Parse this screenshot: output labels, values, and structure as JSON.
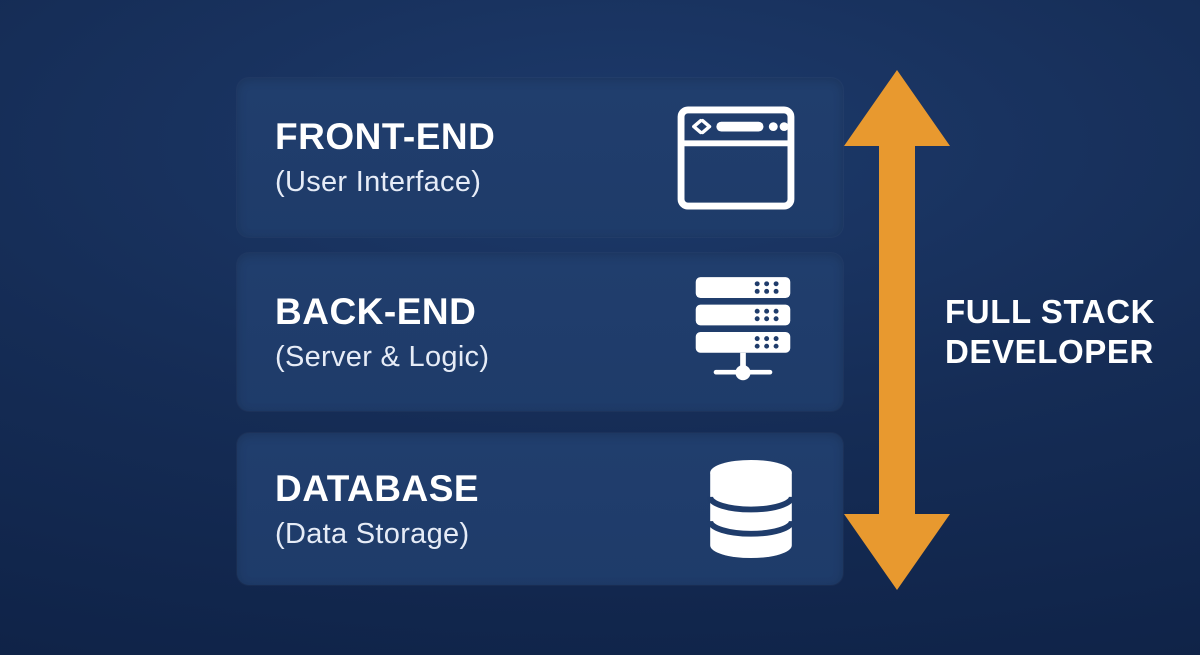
{
  "diagram": {
    "title_semantic": "Full stack developer layers diagram",
    "cards": [
      {
        "title": "FRONT-END",
        "subtitle": "(User Interface)",
        "icon": "browser-icon"
      },
      {
        "title": "BACK-END",
        "subtitle": "(Server & Logic)",
        "icon": "server-icon"
      },
      {
        "title": "DATABASE",
        "subtitle": "(Data Storage)",
        "icon": "database-icon"
      }
    ],
    "side_label": {
      "line1": "FULL STACK",
      "line2": "DEVELOPER"
    },
    "colors": {
      "background": "#142b54",
      "card": "#1f3c6b",
      "arrow": "#E8992F",
      "text_primary": "#ffffff",
      "text_secondary": "#e6ecf7"
    },
    "arrow": {
      "direction": "vertical-double-headed"
    }
  }
}
